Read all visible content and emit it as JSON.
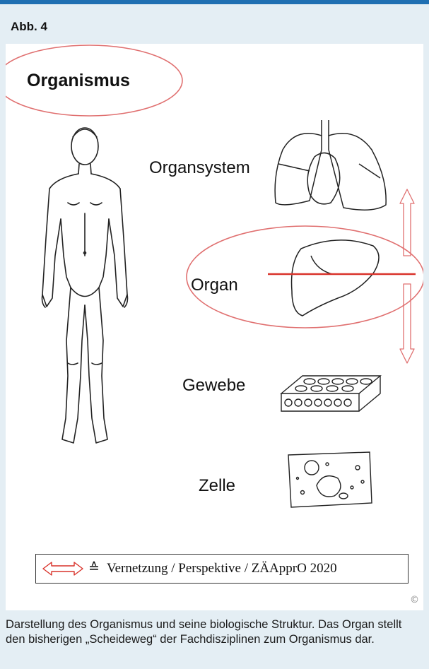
{
  "figure": {
    "label": "Abb. 4"
  },
  "diagram": {
    "levels": {
      "organismus": "Organismus",
      "organsystem": "Organsystem",
      "organ": "Organ",
      "gewebe": "Gewebe",
      "zelle": "Zelle"
    },
    "legend_symbol": "≙",
    "legend_text": "Vernetzung / Perspektive / ZÄApprO 2020",
    "copyright": "©"
  },
  "caption": "Darstellung des Organismus und seine biologische Struktur. Das Organ stellt den bisherigen „Scheideweg“ der Fachdisziplinen zum Organismus dar.",
  "colors": {
    "accent_rule": "#1f6fb2",
    "highlight_red": "#d9332b",
    "outline_red": "#e07070",
    "background": "#e4eef4"
  }
}
